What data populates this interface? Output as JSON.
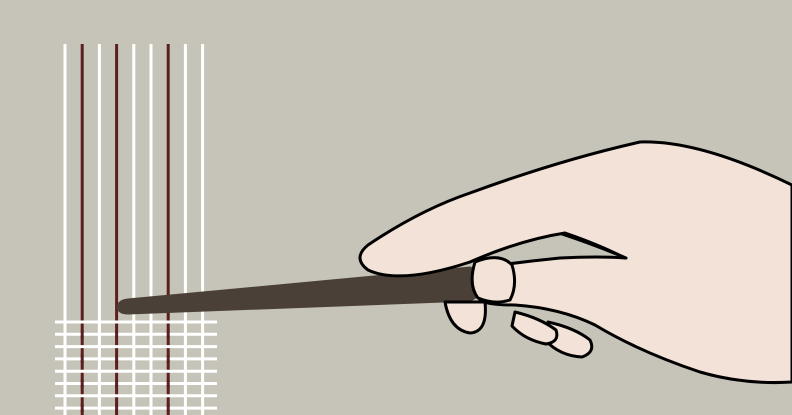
{
  "colors": {
    "background": "#c6c4b9",
    "warp_light": "#ffffff",
    "warp_dark": "#5a1f1f",
    "weft": "#ffffff",
    "stick": "#4a4038",
    "skin": "#f3e2d8",
    "outline": "#000000"
  },
  "warp_pattern": [
    "light",
    "dark",
    "light",
    "dark",
    "light",
    "light",
    "dark",
    "light",
    "light"
  ],
  "weft_rows": 9,
  "icons": {
    "hand": "hand-icon",
    "stick": "weaving-stick-icon"
  }
}
